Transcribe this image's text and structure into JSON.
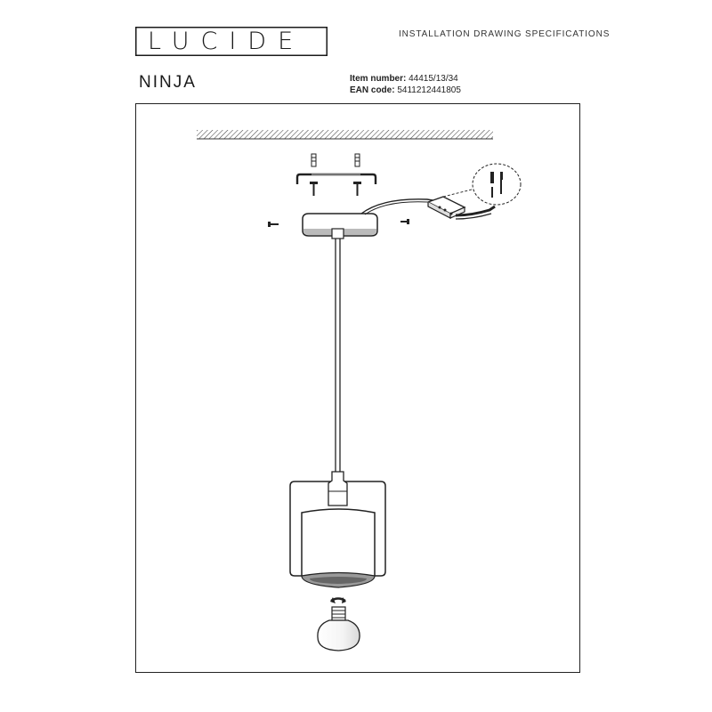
{
  "brand": {
    "logo_text": "LUCIDE"
  },
  "header": {
    "doc_type": "INSTALLATION DRAWING SPECIFICATIONS",
    "product_name": "NINJA",
    "item_number_label": "Item number:",
    "item_number_value": "44415/13/34",
    "ean_label": "EAN code:",
    "ean_value": "5411212441805"
  },
  "colors": {
    "ink": "#1a1a1a",
    "paper": "#ffffff",
    "hatch": "#444444"
  },
  "icons": [
    "screw-icon",
    "rotate-arrow-icon",
    "dashed-detail-circle",
    "wire-connector-icon"
  ]
}
